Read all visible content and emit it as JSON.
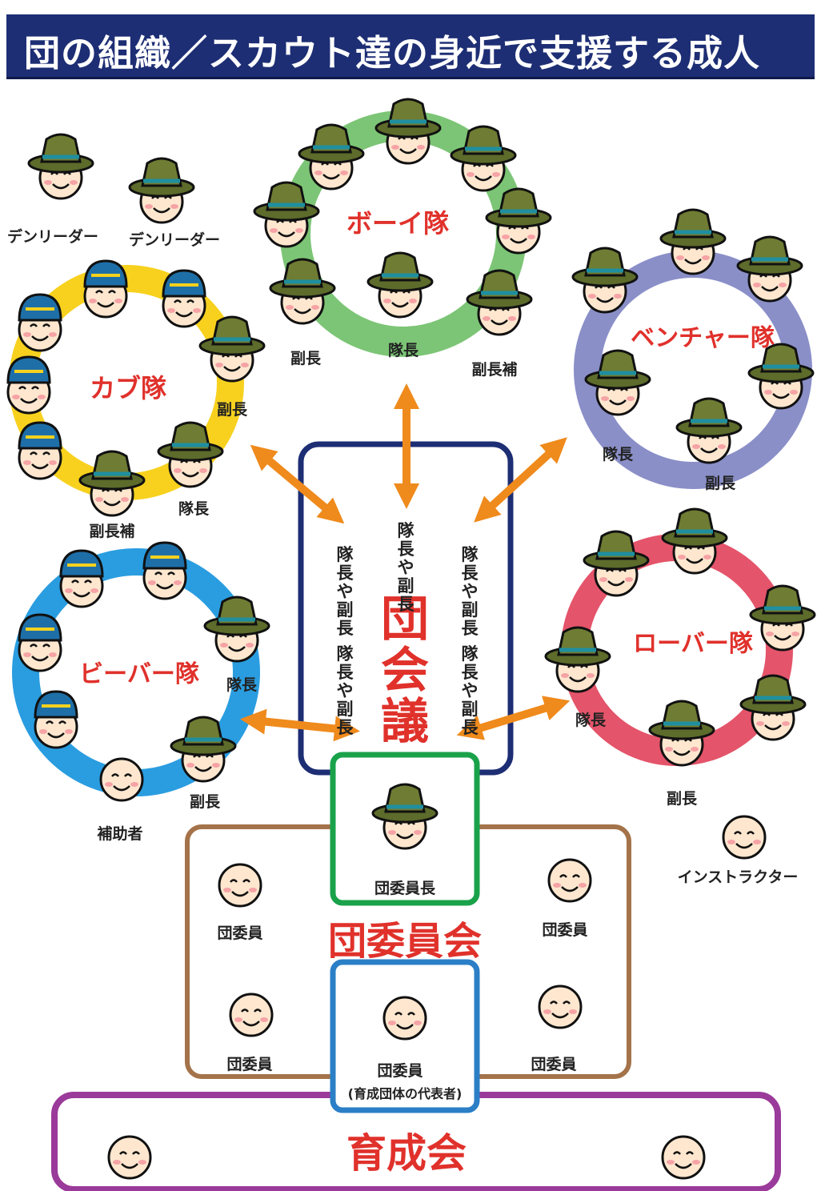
{
  "title": "団の組織／スカウト達の身近で支援する成人",
  "colors": {
    "title_bg": "#1d2e74",
    "boy_ring": "#7cc576",
    "cub_ring": "#f7d11e",
    "venture_ring": "#8a8fc8",
    "beaver_ring": "#2a9de0",
    "rover_ring": "#e4546a",
    "council_box": "#1d2e74",
    "committee_box": "#a4734a",
    "chair_box": "#1aa24a",
    "rep_box": "#2b7fc6",
    "support_box": "#9a3a9a",
    "arrow": "#ef8a1c",
    "group_label": "#e0312b",
    "hat": "#5d6b2b",
    "skin": "#ffe7cf"
  },
  "troops": {
    "boy": {
      "name": "ボーイ隊",
      "labels": {
        "fukucho": "副長",
        "taicho": "隊長",
        "fukucho_ho": "副長補"
      }
    },
    "cub": {
      "name": "カブ隊",
      "labels": {
        "fukucho": "副長",
        "taicho": "隊長",
        "fukucho_ho": "副長補"
      },
      "den_leaders": [
        "デンリーダー",
        "デンリーダー"
      ]
    },
    "venture": {
      "name": "ベンチャー隊",
      "labels": {
        "taicho": "隊長",
        "fukucho": "副長"
      }
    },
    "beaver": {
      "name": "ビーバー隊",
      "labels": {
        "taicho": "隊長",
        "fukucho": "副長",
        "hojo": "補助者"
      }
    },
    "rover": {
      "name": "ローバー隊",
      "labels": {
        "taicho": "隊長",
        "fukucho": "副長"
      },
      "instructor": "インストラクター"
    }
  },
  "council": {
    "name": [
      "団",
      "会",
      "議"
    ],
    "member_label": [
      "隊長",
      "や",
      "副長"
    ]
  },
  "committee": {
    "name": "団委員会",
    "chair": "団委員長",
    "member": "団委員",
    "rep_note": "(育成団体の代表者)"
  },
  "support": {
    "name": "育成会"
  },
  "icons": [
    "scout-hat-icon",
    "face-icon",
    "double-arrow-icon"
  ]
}
